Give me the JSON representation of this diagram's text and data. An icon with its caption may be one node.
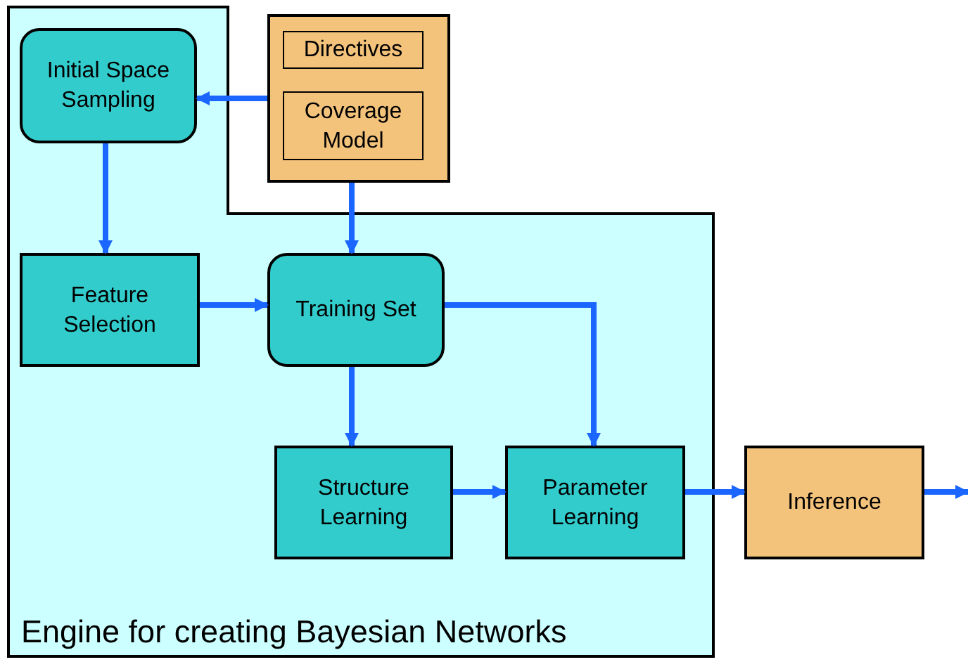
{
  "diagram": {
    "nodes": [
      {
        "text": [
          "Engine for creating Bayesian Networks"
        ]
      },
      {
        "text": [
          "Initial Space Sampling"
        ],
        "in": 0
      },
      {
        "text": [],
        "shape": "box"
      },
      {
        "text": [
          "Directives"
        ],
        "in": 2
      },
      {
        "text": [
          "Coverage Model"
        ],
        "in": 2
      },
      {
        "text": [
          "Feature Selection"
        ],
        "in": 0
      },
      {
        "text": [
          "Training Set"
        ],
        "in": 0
      },
      {
        "text": [
          "Structure Learning"
        ],
        "in": 0
      },
      {
        "text": [
          "Parameter Learning"
        ],
        "in": 0
      },
      {
        "text": [
          "Inference"
        ]
      }
    ],
    "edges": [
      {
        "from": 2,
        "to": 1,
        "arrow": "to"
      },
      {
        "from": 2,
        "to": 6,
        "arrow": "to"
      },
      {
        "from": 1,
        "to": 5,
        "arrow": "to"
      },
      {
        "from": 5,
        "to": 6,
        "arrow": "to"
      },
      {
        "from": 6,
        "to": 7,
        "arrow": "to"
      },
      {
        "from": 6,
        "to": 8,
        "arrow": "to"
      },
      {
        "from": 7,
        "to": 8,
        "arrow": "to"
      },
      {
        "from": 8,
        "to": 9,
        "arrow": "to"
      },
      {
        "from": 9,
        "to": null,
        "arrow": "to"
      }
    ]
  }
}
